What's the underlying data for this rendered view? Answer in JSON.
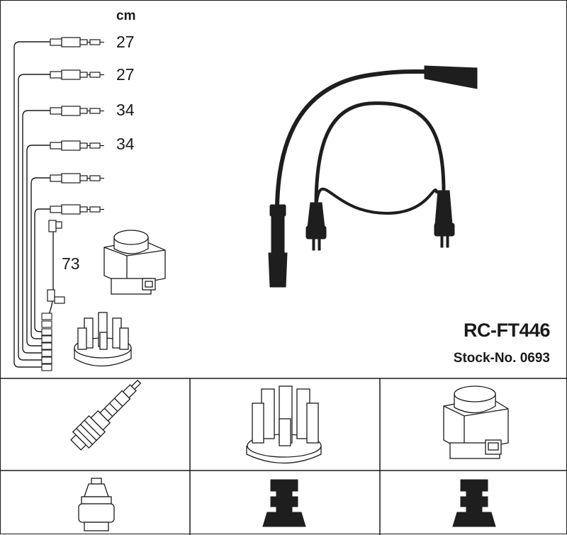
{
  "diagram": {
    "unit": "cm",
    "lengths": [
      "27",
      "27",
      "34",
      "34"
    ],
    "coil_lead_length": "73",
    "model": "RC-FT446",
    "stock_number": "Stock-No. 0693"
  }
}
